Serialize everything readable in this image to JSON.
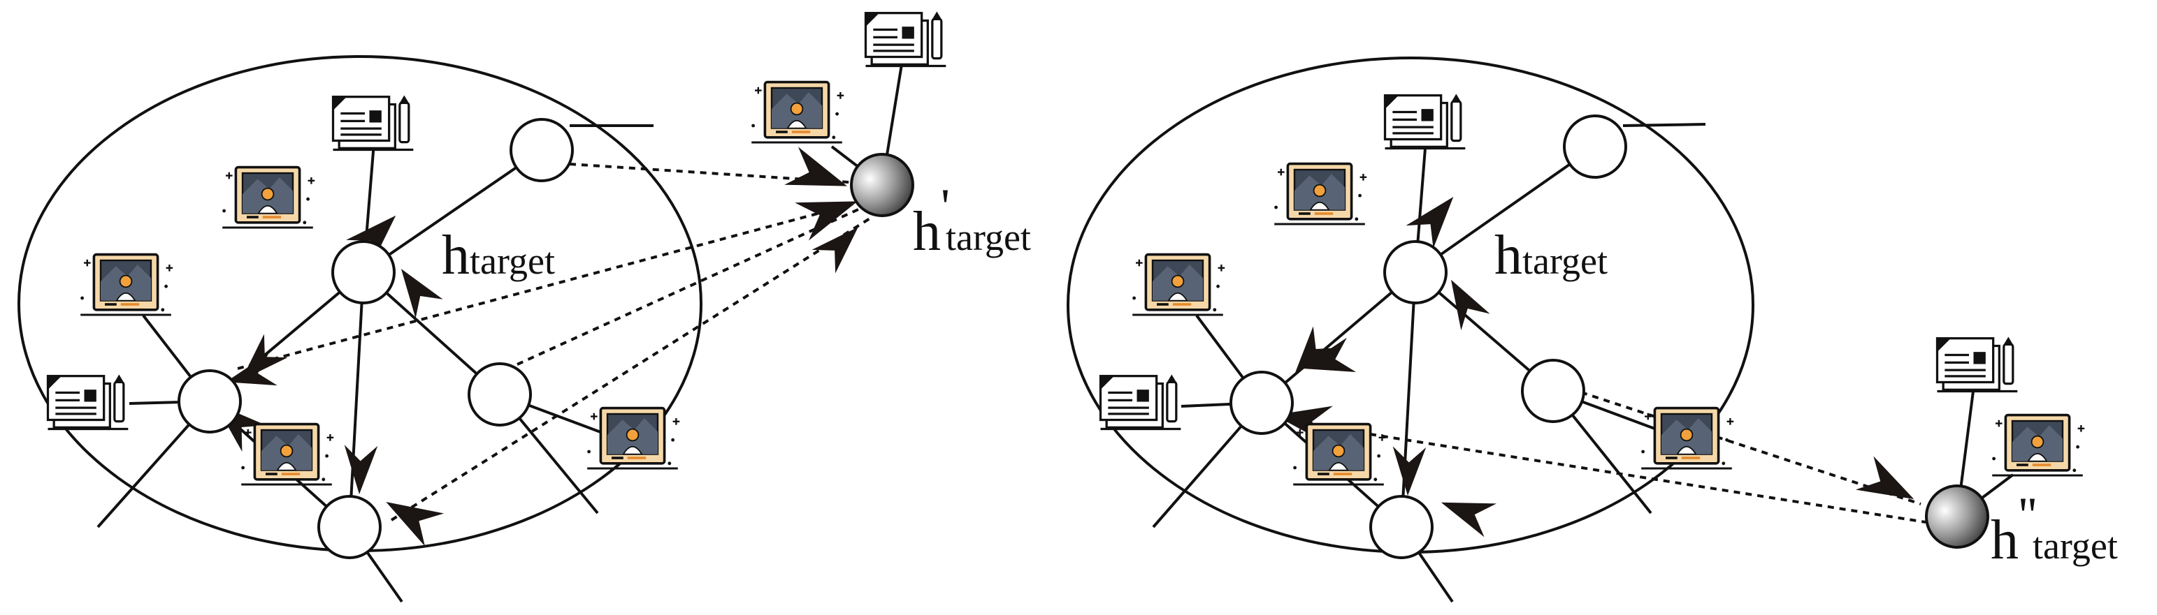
{
  "panels": [
    {
      "id": "left",
      "target_label": {
        "main": "h",
        "sub": "target"
      },
      "external_label": {
        "main": "h",
        "prime": "'",
        "sub": "target"
      }
    },
    {
      "id": "right",
      "target_label": {
        "main": "h",
        "sub": "target"
      },
      "external_label": {
        "main": "h",
        "prime": "''",
        "sub": "target"
      }
    }
  ],
  "icons": [
    "image-post-icon",
    "document-icon"
  ],
  "colors": {
    "stroke": "#111111",
    "image_frame": "#f6d8a8",
    "image_bg": "#3e4856",
    "person": "#f2a13c",
    "arrow": "#1b1513",
    "external_node_light": "#ffffff",
    "external_node_dark": "#3a3a3a"
  }
}
